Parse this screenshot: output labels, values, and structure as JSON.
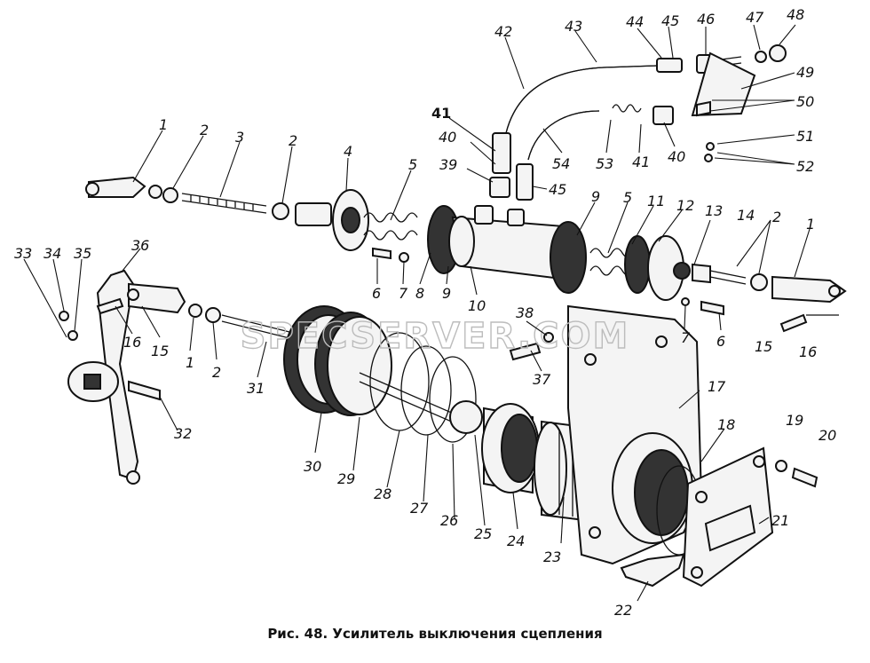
{
  "caption": "Рис. 48. Усилитель выключения сцепления",
  "watermark": "SPECSERVER.COM",
  "labels": [
    {
      "id": "l1a",
      "text": "1"
    },
    {
      "id": "l2a",
      "text": "2"
    },
    {
      "id": "l3",
      "text": "3"
    },
    {
      "id": "l2b",
      "text": "2"
    },
    {
      "id": "l4",
      "text": "4"
    },
    {
      "id": "l5a",
      "text": "5"
    },
    {
      "id": "l6a",
      "text": "6"
    },
    {
      "id": "l7a",
      "text": "7"
    },
    {
      "id": "l8",
      "text": "8"
    },
    {
      "id": "l9a",
      "text": "9"
    },
    {
      "id": "l9b",
      "text": "9"
    },
    {
      "id": "l10",
      "text": "10"
    },
    {
      "id": "l5b",
      "text": "5"
    },
    {
      "id": "l11",
      "text": "11"
    },
    {
      "id": "l12",
      "text": "12"
    },
    {
      "id": "l13",
      "text": "13"
    },
    {
      "id": "l14",
      "text": "14"
    },
    {
      "id": "l2c",
      "text": "2"
    },
    {
      "id": "l1b",
      "text": "1"
    },
    {
      "id": "l7b",
      "text": "7"
    },
    {
      "id": "l6b",
      "text": "6"
    },
    {
      "id": "l15a",
      "text": "15"
    },
    {
      "id": "l16a",
      "text": "16"
    },
    {
      "id": "l17",
      "text": "17"
    },
    {
      "id": "l18",
      "text": "18"
    },
    {
      "id": "l19",
      "text": "19"
    },
    {
      "id": "l20",
      "text": "20"
    },
    {
      "id": "l21",
      "text": "21"
    },
    {
      "id": "l22",
      "text": "22"
    },
    {
      "id": "l23",
      "text": "23"
    },
    {
      "id": "l24",
      "text": "24"
    },
    {
      "id": "l25",
      "text": "25"
    },
    {
      "id": "l26",
      "text": "26"
    },
    {
      "id": "l27",
      "text": "27"
    },
    {
      "id": "l28",
      "text": "28"
    },
    {
      "id": "l29",
      "text": "29"
    },
    {
      "id": "l30",
      "text": "30"
    },
    {
      "id": "l31",
      "text": "31"
    },
    {
      "id": "l32",
      "text": "32"
    },
    {
      "id": "l33",
      "text": "33"
    },
    {
      "id": "l34",
      "text": "34"
    },
    {
      "id": "l35",
      "text": "35"
    },
    {
      "id": "l36",
      "text": "36"
    },
    {
      "id": "l16b",
      "text": "16"
    },
    {
      "id": "l15b",
      "text": "15"
    },
    {
      "id": "l1c",
      "text": "1"
    },
    {
      "id": "l2d",
      "text": "2"
    },
    {
      "id": "l37",
      "text": "37"
    },
    {
      "id": "l38",
      "text": "38"
    },
    {
      "id": "l39",
      "text": "39"
    },
    {
      "id": "l40a",
      "text": "40"
    },
    {
      "id": "l41a",
      "text": "41"
    },
    {
      "id": "l42",
      "text": "42"
    },
    {
      "id": "l43",
      "text": "43"
    },
    {
      "id": "l44",
      "text": "44"
    },
    {
      "id": "l45a",
      "text": "45"
    },
    {
      "id": "l46",
      "text": "46"
    },
    {
      "id": "l47",
      "text": "47"
    },
    {
      "id": "l48",
      "text": "48"
    },
    {
      "id": "l49",
      "text": "49"
    },
    {
      "id": "l50",
      "text": "50"
    },
    {
      "id": "l51",
      "text": "51"
    },
    {
      "id": "l52",
      "text": "52"
    },
    {
      "id": "l53",
      "text": "53"
    },
    {
      "id": "l54",
      "text": "54"
    },
    {
      "id": "l41b",
      "text": "41"
    },
    {
      "id": "l40b",
      "text": "40"
    },
    {
      "id": "l45b",
      "text": "45"
    }
  ]
}
